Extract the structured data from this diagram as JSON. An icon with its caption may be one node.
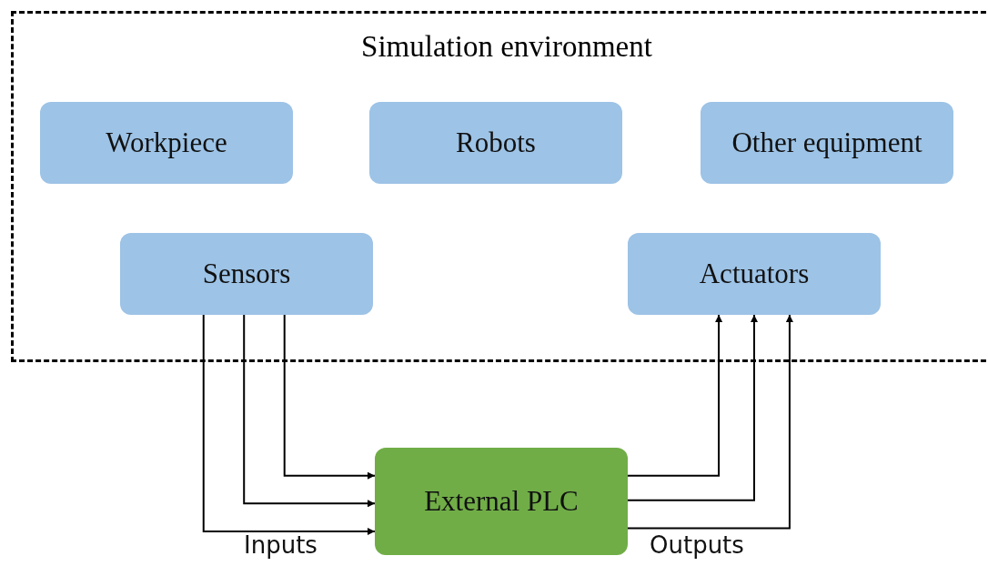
{
  "diagram": {
    "nodes": [
      {
        "text": [
          "Simulation environment"
        ]
      },
      {
        "text": [
          "Workpiece"
        ],
        "in": 0
      },
      {
        "text": [
          "Robots"
        ],
        "in": 0
      },
      {
        "text": [
          "Other equipment"
        ],
        "in": 0
      },
      {
        "text": [
          "Sensors"
        ],
        "in": 0
      },
      {
        "text": [
          "Actuators"
        ],
        "in": 0
      },
      {
        "text": [
          "External PLC"
        ]
      }
    ],
    "edges": [
      {
        "from": 4,
        "to": 6,
        "arrow": "to"
      },
      {
        "from": 4,
        "to": 6,
        "arrow": "to"
      },
      {
        "from": 4,
        "to": 6,
        "arrow": "to"
      },
      {
        "from": 6,
        "to": 5,
        "arrow": "to"
      },
      {
        "from": 6,
        "to": 5,
        "arrow": "to"
      },
      {
        "from": 6,
        "to": 5,
        "arrow": "to"
      }
    ],
    "labels": [
      "Inputs",
      "Outputs"
    ]
  }
}
